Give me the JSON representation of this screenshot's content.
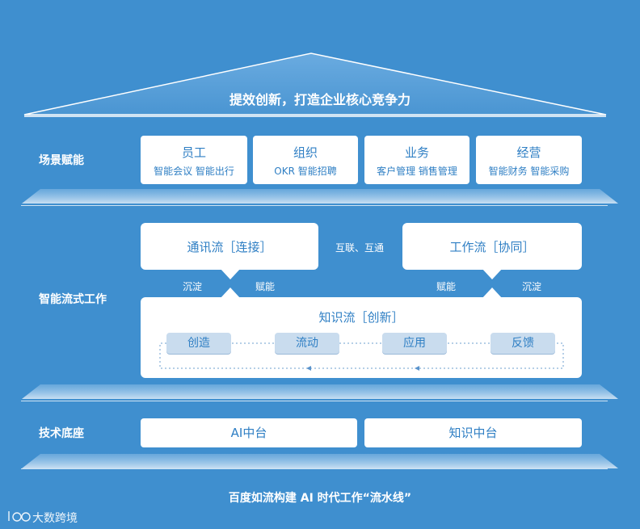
{
  "roof": {
    "title": "提效创新，打造企业核心竞争力"
  },
  "rows": {
    "scene": {
      "label": "场景赋能",
      "cards": [
        {
          "title": "员工",
          "sub": "智能会议 智能出行"
        },
        {
          "title": "组织",
          "sub": "OKR 智能招聘"
        },
        {
          "title": "业务",
          "sub": "客户管理 销售管理"
        },
        {
          "title": "经营",
          "sub": "智能财务 智能采购"
        }
      ]
    },
    "workflow": {
      "label": "智能流式工作",
      "comm": "通讯流［连接］",
      "work": "工作流［协同］",
      "link": "互联、互通",
      "left_down": "沉淀",
      "left_up": "赋能",
      "right_up": "赋能",
      "right_down": "沉淀",
      "knowledge": "知识流［创新］",
      "steps": [
        "创造",
        "流动",
        "应用",
        "反馈"
      ]
    },
    "tech": {
      "label": "技术底座",
      "left": "AI中台",
      "right": "知识中台"
    }
  },
  "footer": {
    "caption": "百度如流构建 AI 时代工作“流水线”"
  },
  "watermark": {
    "text": "大数跨境"
  }
}
